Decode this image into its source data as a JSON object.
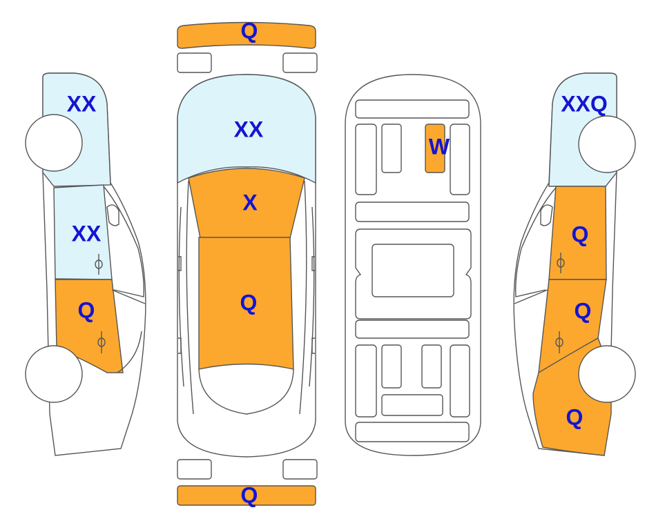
{
  "colors": {
    "damage_orange": "#FCA82E",
    "glass_blue": "#DDF4FB",
    "outline": "#555555",
    "label_blue": "#1414D2",
    "background": "#FFFFFF"
  },
  "panels": {
    "front_bumper": {
      "code": "Q"
    },
    "hood": {
      "code": "XX"
    },
    "windshield_upper": {
      "code": "X"
    },
    "roof": {
      "code": "Q"
    },
    "rear_bumper": {
      "code": "Q"
    },
    "left_front_glass": {
      "code": "XX"
    },
    "left_front_door": {
      "code": "XX"
    },
    "left_rear_door": {
      "code": "Q"
    },
    "interior_seat": {
      "code": "W"
    },
    "right_front_glass": {
      "code": "XXQ"
    },
    "right_front_door": {
      "code": "Q"
    },
    "right_rear_door": {
      "code": "Q"
    },
    "right_rear_quarter": {
      "code": "Q"
    }
  }
}
